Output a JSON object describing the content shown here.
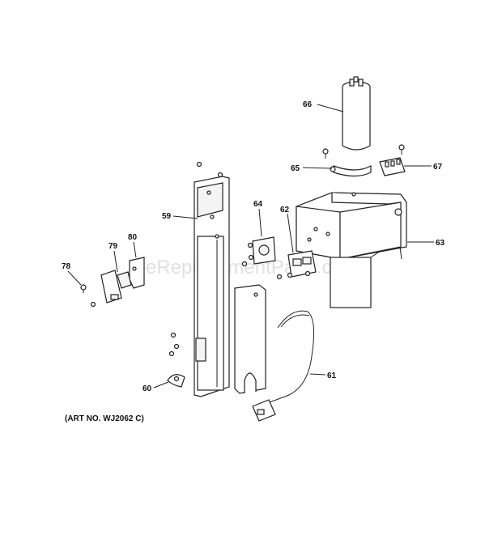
{
  "watermark": "eReplacementParts.com",
  "art_number": "(ART NO. WJ2062 C)",
  "callouts": {
    "p59": "59",
    "p60": "60",
    "p61": "61",
    "p62": "62",
    "p63": "63",
    "p64": "64",
    "p65": "65",
    "p66": "66",
    "p67": "67",
    "p78": "78",
    "p79": "79",
    "p80": "80"
  }
}
